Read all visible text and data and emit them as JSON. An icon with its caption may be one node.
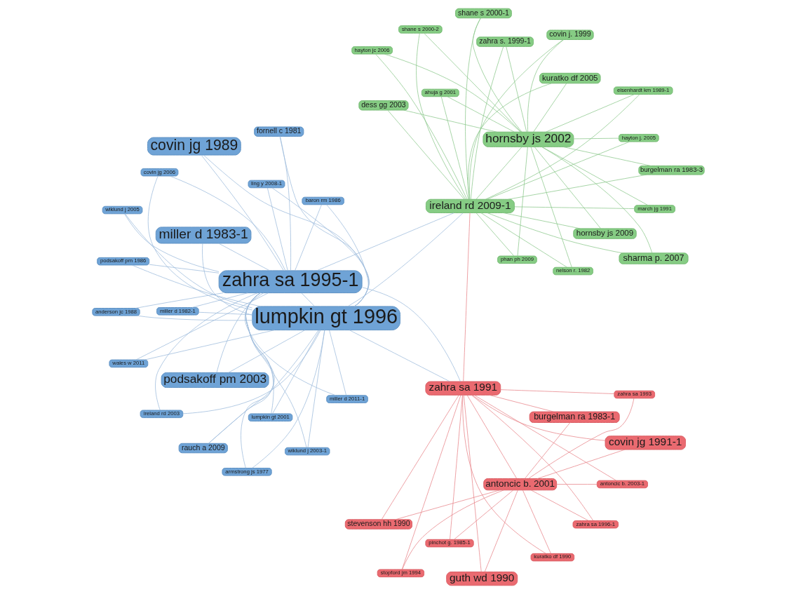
{
  "diagram": {
    "nodes": [
      {
        "text": [
          "wales w 2011"
        ]
      },
      {
        "text": [
          "march jg 1991"
        ]
      },
      {
        "text": [
          "nelson r. 1982"
        ]
      },
      {
        "text": [
          "covin jg 2006"
        ]
      },
      {
        "text": [
          "miller d 2011-1"
        ]
      },
      {
        "text": [
          "ahuja g 2001"
        ]
      },
      {
        "text": [
          "ireland rd 2003"
        ]
      },
      {
        "text": [
          "sharma p. 2007"
        ]
      },
      {
        "text": [
          "stopford jm 1994"
        ]
      },
      {
        "text": [
          "wiklund j 2003-1"
        ]
      },
      {
        "text": [
          "armstrong js 1977"
        ]
      },
      {
        "text": [
          "anderson jc 1988"
        ]
      },
      {
        "text": [
          "burgelman ra 1983-3"
        ]
      },
      {
        "text": [
          "covin jg 1991-1"
        ]
      },
      {
        "text": [
          "covin jg 1989"
        ]
      },
      {
        "text": [
          "lumpkin gt 2001"
        ]
      },
      {
        "text": [
          "guth wd 1990"
        ]
      },
      {
        "text": [
          "wiklund j 2005"
        ]
      },
      {
        "text": [
          "hayton jc 2006"
        ]
      },
      {
        "text": [
          "podsakoff pm 1986"
        ]
      },
      {
        "text": [
          "podsakoff pm 2003"
        ]
      },
      {
        "text": [
          "hornsby js 2002"
        ]
      },
      {
        "text": [
          "zahra s. 1999-1"
        ]
      },
      {
        "text": [
          "covin j. 1999"
        ]
      },
      {
        "text": [
          "zahra sa 1995-1"
        ]
      },
      {
        "text": [
          "hornsby js 2009"
        ]
      },
      {
        "text": [
          "eisenhardt km 1989-1"
        ]
      },
      {
        "text": [
          "miller d 1982-1"
        ]
      },
      {
        "text": [
          "rauch a 2009"
        ]
      },
      {
        "text": [
          "zahra sa 1991"
        ]
      },
      {
        "text": [
          "shane s 2000-1"
        ]
      },
      {
        "text": [
          "lumpkin gt 1996"
        ]
      },
      {
        "text": [
          "stevenson hh 1990"
        ]
      },
      {
        "text": [
          "miller d 1983-1"
        ]
      },
      {
        "text": [
          "ling y 2008-1"
        ]
      },
      {
        "text": [
          "pinchot g. 1985-1"
        ]
      },
      {
        "text": [
          "kuratko df 2005"
        ]
      },
      {
        "text": [
          "fornell c 1981"
        ]
      },
      {
        "text": [
          "dess gg 2003"
        ]
      },
      {
        "text": [
          "antoncic b. 2001"
        ]
      },
      {
        "text": [
          "ireland rd 2009-1"
        ]
      },
      {
        "text": [
          "burgelman ra 1983-1"
        ]
      },
      {
        "text": [
          "shane s 2000-2"
        ]
      },
      {
        "text": [
          "zahra sa 1993"
        ]
      },
      {
        "text": [
          "baron rm 1986"
        ]
      },
      {
        "text": [
          "phan ph 2009"
        ]
      },
      {
        "text": [
          "zahra sa 1996-1"
        ]
      },
      {
        "text": [
          "kuratko df 1990"
        ]
      },
      {
        "text": [
          "hayton j. 2005"
        ]
      },
      {
        "text": [
          "antoncic b. 2003-1"
        ]
      }
    ],
    "edges": [
      {
        "from": 0,
        "to": 31,
        "arrow": "none"
      },
      {
        "from": 0,
        "to": 24,
        "arrow": "none"
      },
      {
        "from": 3,
        "to": 31,
        "arrow": "none"
      },
      {
        "from": 3,
        "to": 24,
        "arrow": "none"
      },
      {
        "from": 4,
        "to": 31,
        "arrow": "none"
      },
      {
        "from": 4,
        "to": 24,
        "arrow": "none"
      },
      {
        "from": 6,
        "to": 31,
        "arrow": "none"
      },
      {
        "from": 6,
        "to": 24,
        "arrow": "none"
      },
      {
        "from": 9,
        "to": 31,
        "arrow": "none"
      },
      {
        "from": 9,
        "to": 24,
        "arrow": "none"
      },
      {
        "from": 10,
        "to": 31,
        "arrow": "none"
      },
      {
        "from": 10,
        "to": 24,
        "arrow": "none"
      },
      {
        "from": 11,
        "to": 31,
        "arrow": "none"
      },
      {
        "from": 11,
        "to": 24,
        "arrow": "none"
      },
      {
        "from": 14,
        "to": 31,
        "arrow": "none"
      },
      {
        "from": 14,
        "to": 24,
        "arrow": "none"
      },
      {
        "from": 15,
        "to": 31,
        "arrow": "none"
      },
      {
        "from": 15,
        "to": 24,
        "arrow": "none"
      },
      {
        "from": 17,
        "to": 31,
        "arrow": "none"
      },
      {
        "from": 17,
        "to": 24,
        "arrow": "none"
      },
      {
        "from": 19,
        "to": 31,
        "arrow": "none"
      },
      {
        "from": 19,
        "to": 24,
        "arrow": "none"
      },
      {
        "from": 20,
        "to": 31,
        "arrow": "none"
      },
      {
        "from": 20,
        "to": 24,
        "arrow": "none"
      },
      {
        "from": 27,
        "to": 31,
        "arrow": "none"
      },
      {
        "from": 27,
        "to": 24,
        "arrow": "none"
      },
      {
        "from": 28,
        "to": 31,
        "arrow": "none"
      },
      {
        "from": 28,
        "to": 24,
        "arrow": "none"
      },
      {
        "from": 33,
        "to": 31,
        "arrow": "none"
      },
      {
        "from": 33,
        "to": 24,
        "arrow": "none"
      },
      {
        "from": 34,
        "to": 31,
        "arrow": "none"
      },
      {
        "from": 34,
        "to": 24,
        "arrow": "none"
      },
      {
        "from": 37,
        "to": 31,
        "arrow": "none"
      },
      {
        "from": 37,
        "to": 24,
        "arrow": "none"
      },
      {
        "from": 44,
        "to": 31,
        "arrow": "none"
      },
      {
        "from": 44,
        "to": 24,
        "arrow": "none"
      },
      {
        "from": 8,
        "to": 29,
        "arrow": "none",
        "color": "#e8858a"
      },
      {
        "from": 8,
        "to": 39,
        "arrow": "none",
        "color": "#e8858a"
      },
      {
        "from": 13,
        "to": 29,
        "arrow": "none",
        "color": "#e8858a"
      },
      {
        "from": 13,
        "to": 39,
        "arrow": "none",
        "color": "#e8858a"
      },
      {
        "from": 16,
        "to": 29,
        "arrow": "none",
        "color": "#e8858a"
      },
      {
        "from": 16,
        "to": 39,
        "arrow": "none",
        "color": "#e8858a"
      },
      {
        "from": 32,
        "to": 29,
        "arrow": "none",
        "color": "#e8858a"
      },
      {
        "from": 32,
        "to": 39,
        "arrow": "none",
        "color": "#e8858a"
      },
      {
        "from": 35,
        "to": 29,
        "arrow": "none",
        "color": "#e8858a"
      },
      {
        "from": 35,
        "to": 39,
        "arrow": "none",
        "color": "#e8858a"
      },
      {
        "from": 41,
        "to": 29,
        "arrow": "none",
        "color": "#e8858a"
      },
      {
        "from": 41,
        "to": 39,
        "arrow": "none",
        "color": "#e8858a"
      },
      {
        "from": 43,
        "to": 29,
        "arrow": "none",
        "color": "#e8858a"
      },
      {
        "from": 43,
        "to": 39,
        "arrow": "none",
        "color": "#e8858a"
      },
      {
        "from": 46,
        "to": 29,
        "arrow": "none",
        "color": "#e8858a"
      },
      {
        "from": 46,
        "to": 39,
        "arrow": "none",
        "color": "#e8858a"
      },
      {
        "from": 47,
        "to": 29,
        "arrow": "none",
        "color": "#e8858a"
      },
      {
        "from": 47,
        "to": 39,
        "arrow": "none",
        "color": "#e8858a"
      },
      {
        "from": 49,
        "to": 29,
        "arrow": "none",
        "color": "#e8858a"
      },
      {
        "from": 49,
        "to": 39,
        "arrow": "none",
        "color": "#e8858a"
      },
      {
        "from": 1,
        "to": 40,
        "arrow": "none",
        "color": "#8cc98c"
      },
      {
        "from": 1,
        "to": 21,
        "arrow": "none",
        "color": "#8cc98c"
      },
      {
        "from": 2,
        "to": 40,
        "arrow": "none",
        "color": "#8cc98c"
      },
      {
        "from": 2,
        "to": 21,
        "arrow": "none",
        "color": "#8cc98c"
      },
      {
        "from": 5,
        "to": 40,
        "arrow": "none",
        "color": "#8cc98c"
      },
      {
        "from": 5,
        "to": 21,
        "arrow": "none",
        "color": "#8cc98c"
      },
      {
        "from": 7,
        "to": 40,
        "arrow": "none",
        "color": "#8cc98c"
      },
      {
        "from": 7,
        "to": 21,
        "arrow": "none",
        "color": "#8cc98c"
      },
      {
        "from": 12,
        "to": 40,
        "arrow": "none",
        "color": "#8cc98c"
      },
      {
        "from": 12,
        "to": 21,
        "arrow": "none",
        "color": "#8cc98c"
      },
      {
        "from": 18,
        "to": 40,
        "arrow": "none",
        "color": "#8cc98c"
      },
      {
        "from": 18,
        "to": 21,
        "arrow": "none",
        "color": "#8cc98c"
      },
      {
        "from": 22,
        "to": 40,
        "arrow": "none",
        "color": "#8cc98c"
      },
      {
        "from": 22,
        "to": 21,
        "arrow": "none",
        "color": "#8cc98c"
      },
      {
        "from": 23,
        "to": 40,
        "arrow": "none",
        "color": "#8cc98c"
      },
      {
        "from": 23,
        "to": 21,
        "arrow": "none",
        "color": "#8cc98c"
      },
      {
        "from": 25,
        "to": 40,
        "arrow": "none",
        "color": "#8cc98c"
      },
      {
        "from": 25,
        "to": 21,
        "arrow": "none",
        "color": "#8cc98c"
      },
      {
        "from": 26,
        "to": 40,
        "arrow": "none",
        "color": "#8cc98c"
      },
      {
        "from": 26,
        "to": 21,
        "arrow": "none",
        "color": "#8cc98c"
      },
      {
        "from": 30,
        "to": 40,
        "arrow": "none",
        "color": "#8cc98c"
      },
      {
        "from": 30,
        "to": 21,
        "arrow": "none",
        "color": "#8cc98c"
      },
      {
        "from": 36,
        "to": 40,
        "arrow": "none",
        "color": "#8cc98c"
      },
      {
        "from": 36,
        "to": 21,
        "arrow": "none",
        "color": "#8cc98c"
      },
      {
        "from": 38,
        "to": 40,
        "arrow": "none",
        "color": "#8cc98c"
      },
      {
        "from": 38,
        "to": 21,
        "arrow": "none",
        "color": "#8cc98c"
      },
      {
        "from": 42,
        "to": 40,
        "arrow": "none",
        "color": "#8cc98c"
      },
      {
        "from": 42,
        "to": 21,
        "arrow": "none",
        "color": "#8cc98c"
      },
      {
        "from": 45,
        "to": 40,
        "arrow": "none",
        "color": "#8cc98c"
      },
      {
        "from": 45,
        "to": 21,
        "arrow": "none",
        "color": "#8cc98c"
      },
      {
        "from": 48,
        "to": 40,
        "arrow": "none",
        "color": "#8cc98c"
      },
      {
        "from": 48,
        "to": 21,
        "arrow": "none",
        "color": "#8cc98c"
      },
      {
        "from": 31,
        "to": 24,
        "arrow": "none"
      },
      {
        "from": 31,
        "to": 29,
        "arrow": "none"
      },
      {
        "from": 31,
        "to": 40,
        "arrow": "none"
      },
      {
        "from": 24,
        "to": 29,
        "arrow": "none"
      },
      {
        "from": 24,
        "to": 40,
        "arrow": "none"
      },
      {
        "from": 29,
        "to": 39,
        "arrow": "none",
        "color": "#e8858a"
      },
      {
        "from": 29,
        "to": 40,
        "arrow": "none",
        "color": "#e8858a"
      },
      {
        "from": 40,
        "to": 21,
        "arrow": "none",
        "color": "#8cc98c"
      }
    ]
  }
}
